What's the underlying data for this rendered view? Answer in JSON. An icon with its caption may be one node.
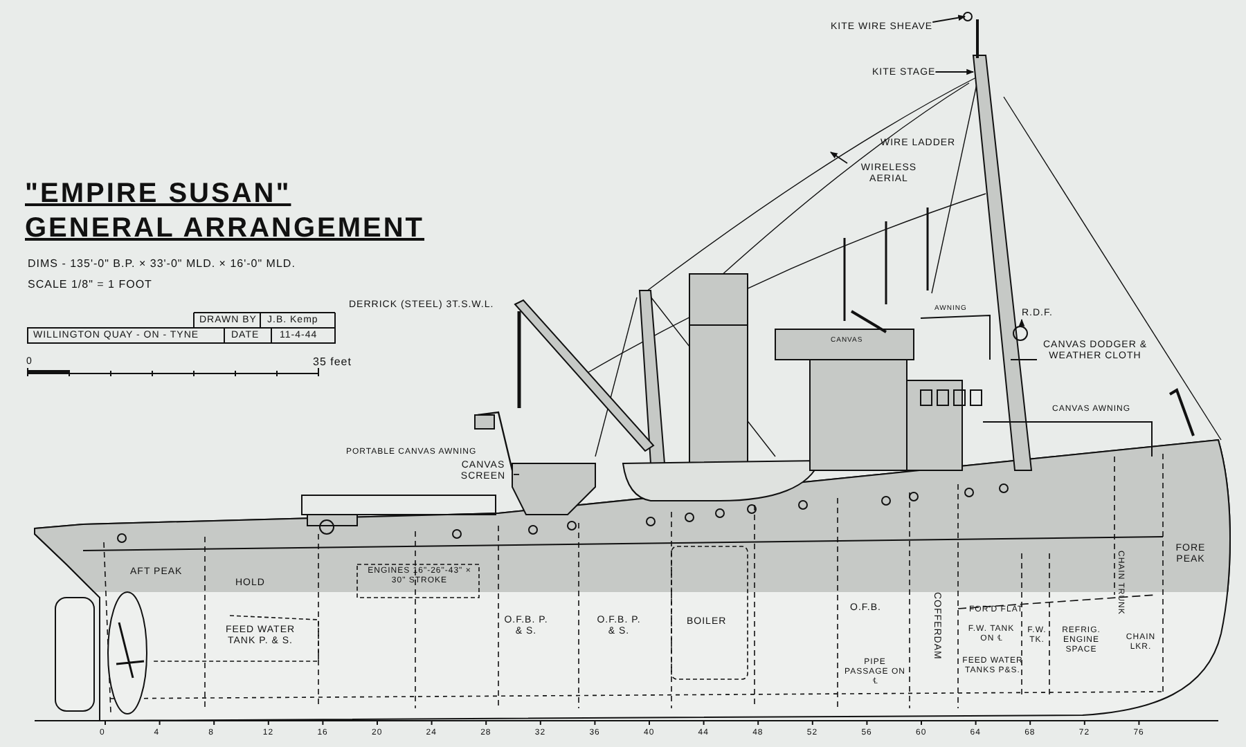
{
  "diagram": {
    "title": "\"EMPIRE SUSAN\" GENERAL ARRANGEMENT",
    "nodes": [
      {
        "text": [
          "KITE WIRE SHEAVE"
        ]
      },
      {
        "text": [
          "KITE STAGE"
        ]
      },
      {
        "text": [
          "WIRELESS AERIAL"
        ]
      },
      {
        "text": [
          "R.D.F."
        ]
      },
      {
        "text": [
          "CANVAS DODGER & WEATHER CLOTH"
        ]
      },
      {
        "text": [
          "CANVAS SCREEN"
        ]
      }
    ],
    "edges": [
      {
        "from": 0,
        "to": null,
        "arrow": "to"
      },
      {
        "from": 1,
        "to": null,
        "arrow": "to"
      },
      {
        "from": 2,
        "to": null,
        "arrow": "to"
      },
      {
        "from": null,
        "to": 3,
        "arrow": "to"
      },
      {
        "from": 4,
        "to": null,
        "arrow": "none"
      },
      {
        "from": 5,
        "to": null,
        "arrow": "none"
      }
    ],
    "labels": [
      "DIMS - 135'-0\" B.P. × 33'-0\" MLD. × 16'-0\" MLD.",
      "SCALE 1/8\" = 1 FOOT",
      "DRAWN BY",
      "J.B. Kemp",
      "WILLINGTON QUAY - ON - TYNE",
      "DATE",
      "11-4-44",
      "0",
      "35 feet",
      "WIRE LADDER",
      "AWNING",
      "CANVAS",
      "DERRICK (STEEL) 3T.S.W.L.",
      "CANVAS AWNING",
      "PORTABLE CANVAS AWNING",
      "AFT PEAK",
      "HOLD",
      "ENGINES 16\"-26\"-43\" × 30\" STROKE",
      "CHAIN TRUNK",
      "FORE PEAK",
      "FEED WATER TANK P. & S.",
      "O.F.B. P. & S.",
      "O.F.B. P. & S.",
      "BOILER",
      "O.F.B.",
      "COFFERDAM",
      "FOR'D FLAT",
      "F.W. TANK ON ℄",
      "F.W. TK.",
      "REFRIG. ENGINE SPACE",
      "CHAIN LKR.",
      "FEED WATER TANKS P&S.",
      "PIPE PASSAGE ON ℄",
      "0",
      "4",
      "8",
      "12",
      "16",
      "20",
      "24",
      "28",
      "32",
      "36",
      "40",
      "44",
      "48",
      "52",
      "56",
      "60",
      "64",
      "68",
      "72",
      "76"
    ]
  }
}
